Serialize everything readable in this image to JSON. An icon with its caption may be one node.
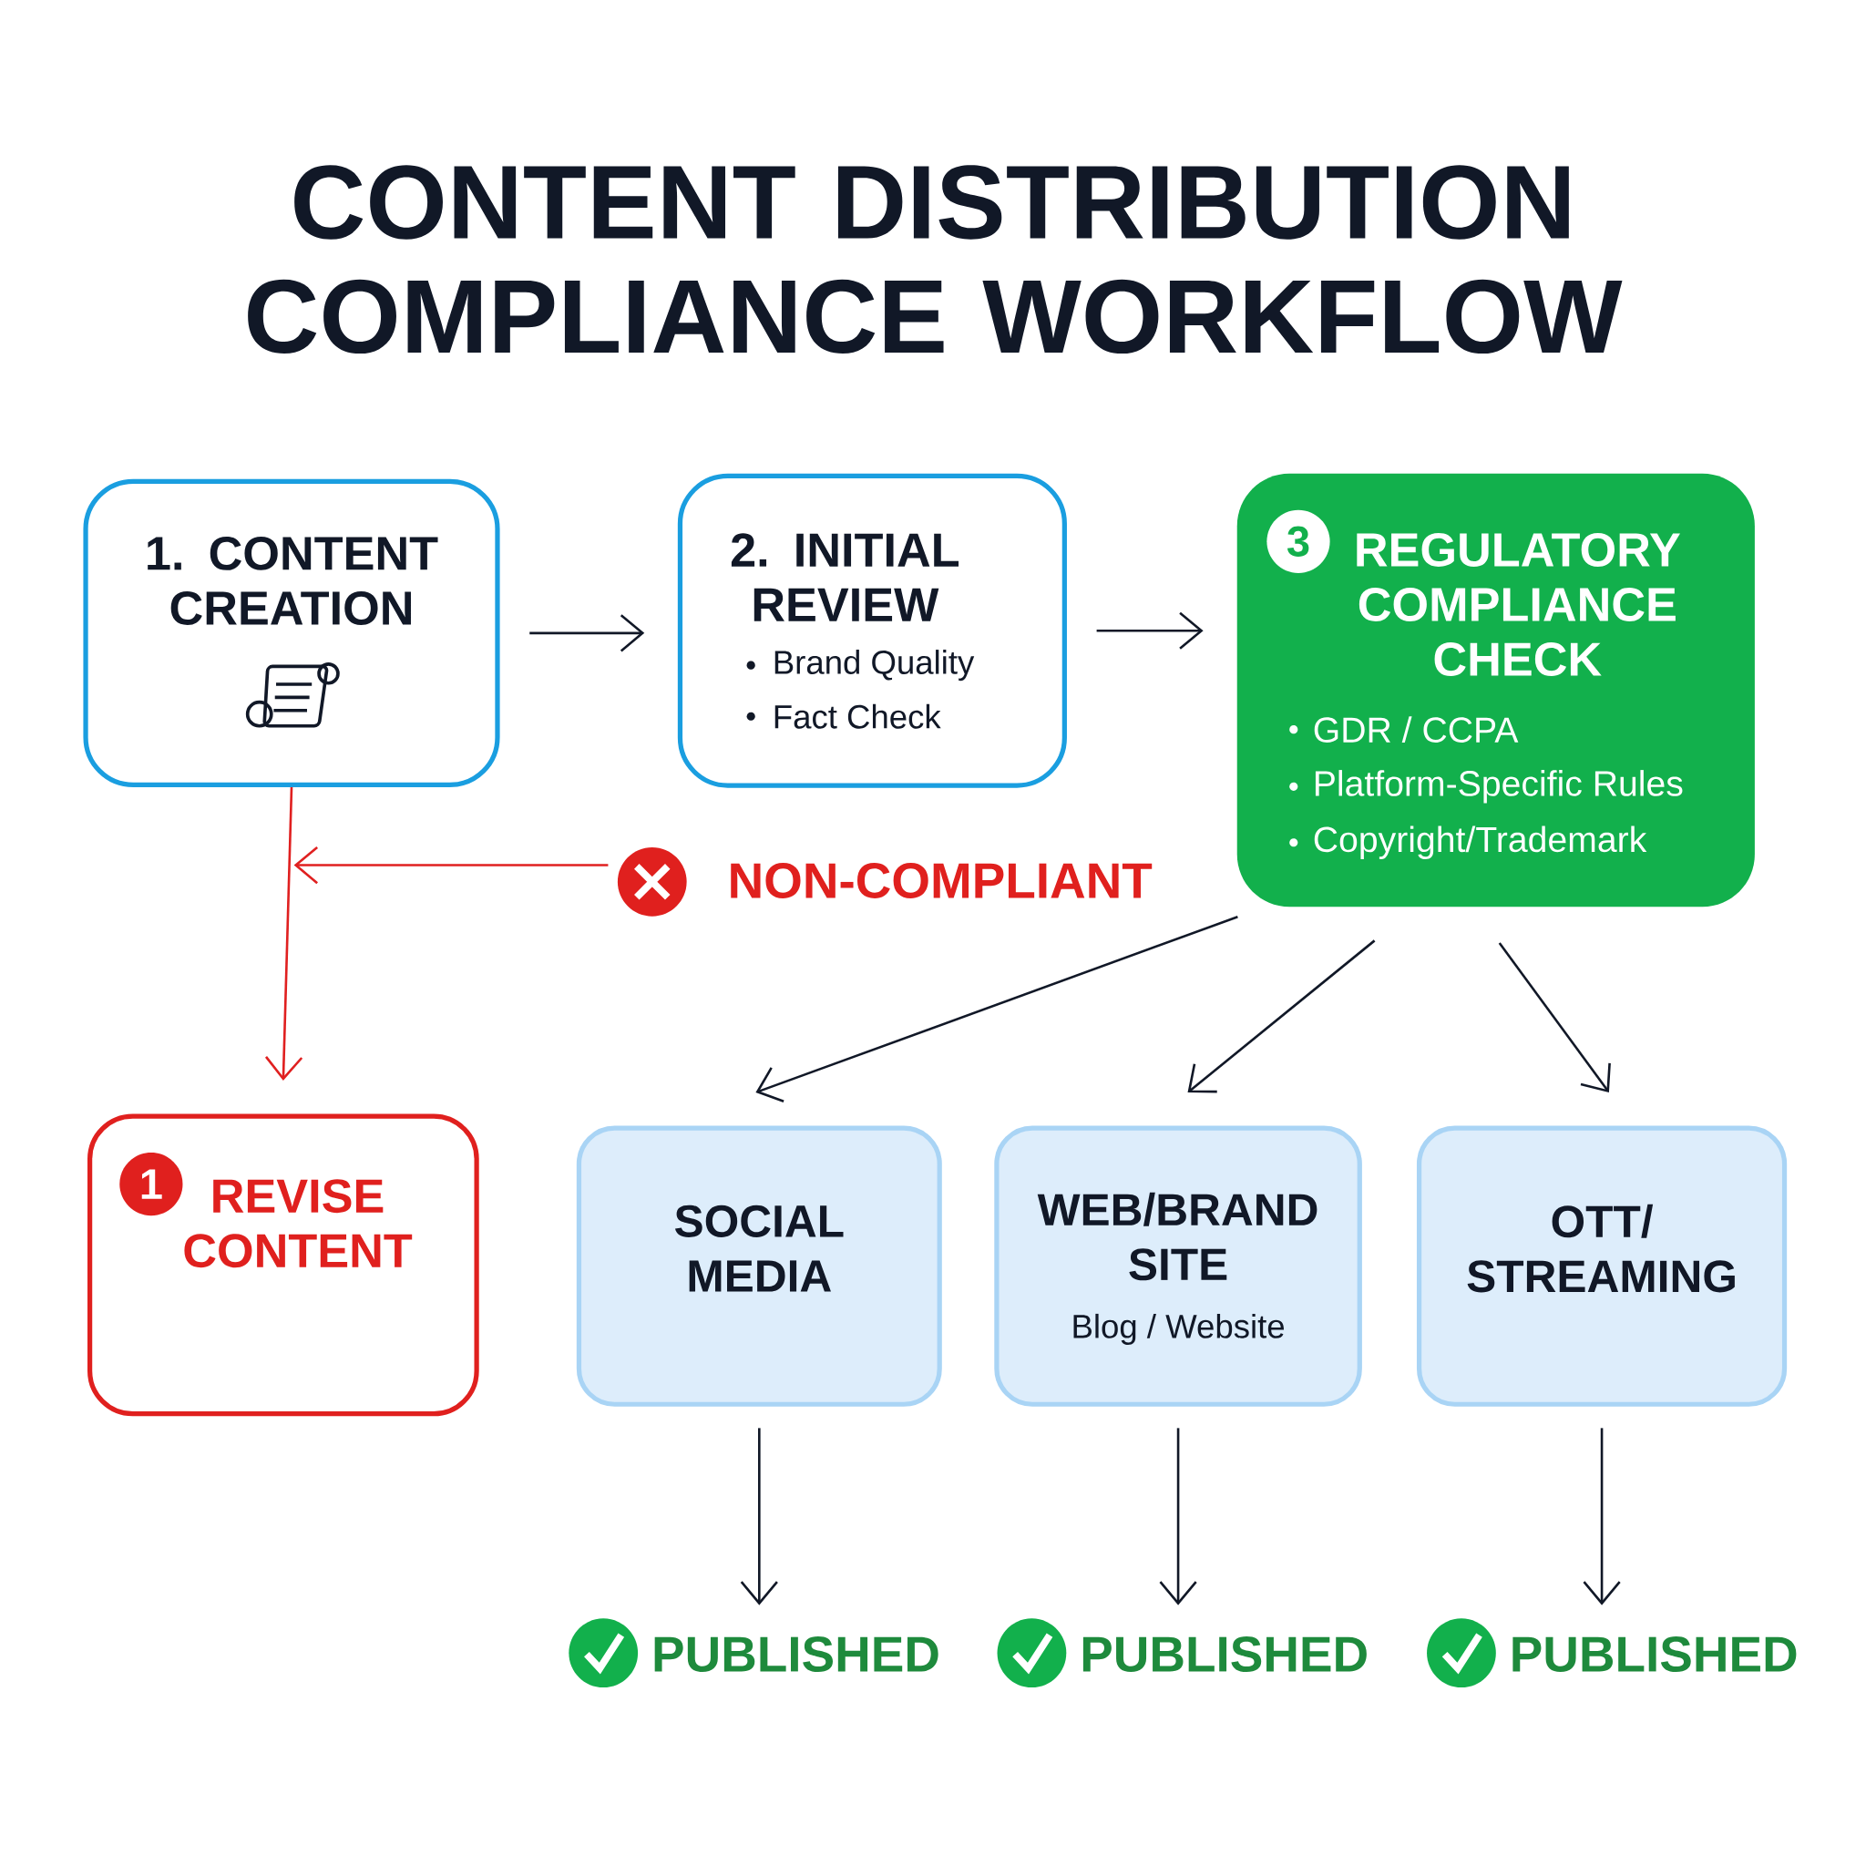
{
  "diagram": {
    "title": "CONTENT DISTRIBUTION COMPLIANCE WORKFLOW",
    "nodes": [
      {
        "text": [
          "1. CONTENT CREATION"
        ]
      },
      {
        "text": [
          "2. INITIAL REVIEW",
          "Brand Quality",
          "Fact Check"
        ]
      },
      {
        "text": [
          "REGULATORY COMPLIANCE CHECK",
          "GDR / CCPA",
          "Platform-Specific Rules",
          "Copyright/Trademark"
        ]
      },
      {
        "text": [
          "3"
        ],
        "in": 2
      },
      {
        "text": [
          "NON-COMPLIANT"
        ]
      },
      {
        "text": [
          "REVISE CONTENT"
        ]
      },
      {
        "text": [
          "1"
        ],
        "in": 5
      },
      {
        "text": [
          "SOCIAL MEDIA"
        ]
      },
      {
        "text": [
          "WEB/BRAND SITE",
          "Blog / Website"
        ]
      },
      {
        "text": [
          "OTT/ STREAMING"
        ]
      },
      {
        "text": [
          "PUBLISHED"
        ]
      },
      {
        "text": [
          "PUBLISHED"
        ]
      },
      {
        "text": [
          "PUBLISHED"
        ]
      }
    ],
    "edges": [
      {
        "from": 0,
        "to": 1,
        "arrow": "to"
      },
      {
        "from": 1,
        "to": 2,
        "arrow": "to"
      },
      {
        "from": 4,
        "to": null,
        "arrow": "to",
        "color": "#e02020"
      },
      {
        "from": 0,
        "to": 5,
        "arrow": "to",
        "color": "#e02020"
      },
      {
        "from": 2,
        "to": 7,
        "arrow": "to"
      },
      {
        "from": 2,
        "to": 8,
        "arrow": "to"
      },
      {
        "from": 2,
        "to": 9,
        "arrow": "to"
      },
      {
        "from": 7,
        "to": 10,
        "arrow": "to"
      },
      {
        "from": 8,
        "to": 11,
        "arrow": "to"
      },
      {
        "from": 9,
        "to": 12,
        "arrow": "to"
      }
    ]
  }
}
